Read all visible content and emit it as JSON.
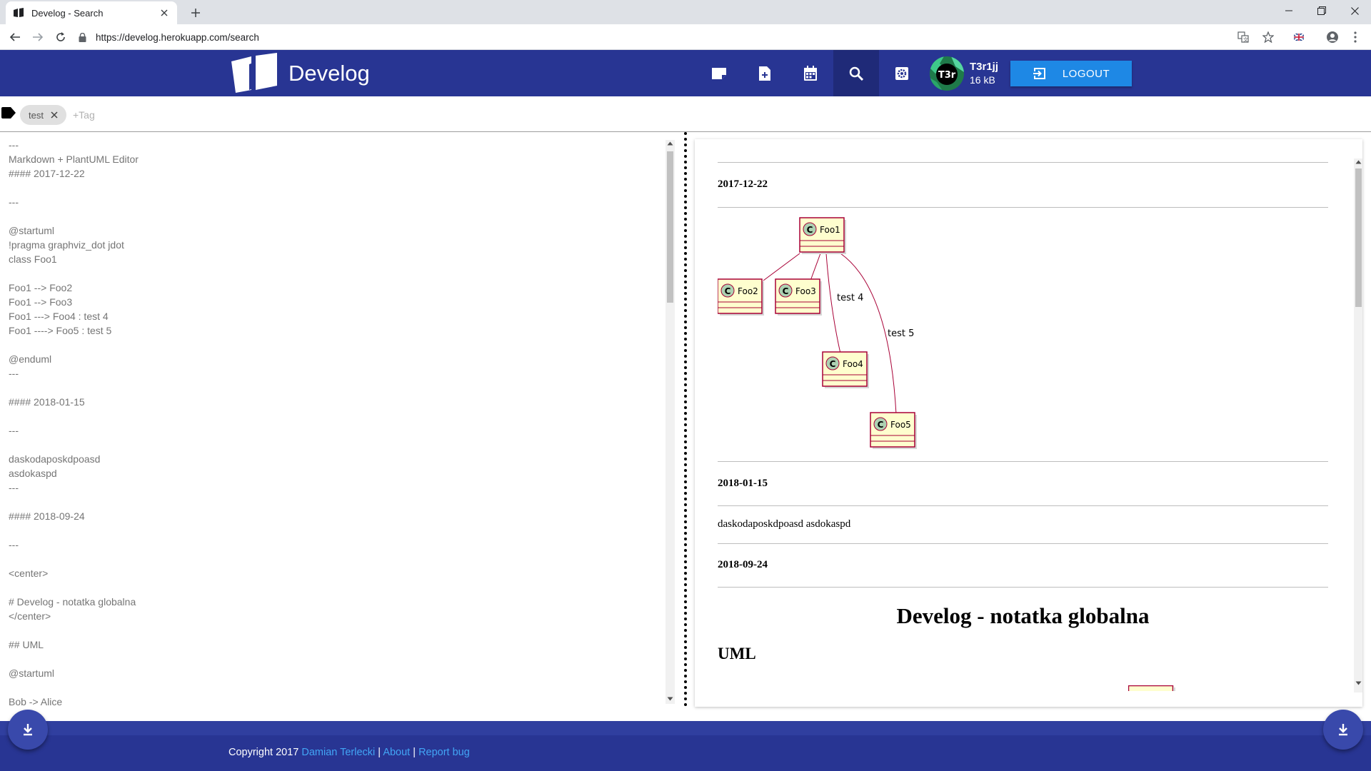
{
  "browser": {
    "tab_title": "Develog - Search",
    "url": "https://develog.herokuapp.com/search"
  },
  "header": {
    "brand": "Develog",
    "nav_icons": [
      "notes-icon",
      "new-note-icon",
      "calendar-icon",
      "search-icon",
      "settings-icon"
    ],
    "active_nav": "search-icon",
    "user": {
      "name": "T3r1jj",
      "storage": "16 kB",
      "avatar_text": "T3r"
    },
    "logout_label": "LOGOUT"
  },
  "tags": {
    "chips": [
      {
        "label": "test"
      }
    ],
    "placeholder": "+Tag"
  },
  "editor": {
    "lines": [
      "---",
      "Markdown + PlantUML Editor",
      "#### 2017-12-22",
      "",
      "---",
      "",
      "@startuml",
      "!pragma graphviz_dot jdot",
      "class Foo1",
      "",
      "Foo1 --> Foo2",
      "Foo1 --> Foo3",
      "Foo1 ---> Foo4 : test 4",
      "Foo1 ----> Foo5 : test 5",
      "",
      "@enduml",
      "---",
      "",
      "#### 2018-01-15",
      "",
      "---",
      "",
      "daskodaposkdpoasd",
      "asdokaspd",
      "---",
      "",
      "#### 2018-09-24",
      "",
      "---",
      "",
      "<center>",
      "",
      "# Develog - notatka globalna",
      "</center>",
      "",
      "## UML",
      "",
      "@startuml",
      "",
      "Bob -> Alice"
    ]
  },
  "preview": {
    "date1": "2017-12-22",
    "uml": {
      "classes": [
        "Foo1",
        "Foo2",
        "Foo3",
        "Foo4",
        "Foo5"
      ],
      "edge_labels": [
        "test 4",
        "test 5"
      ],
      "class_marker": "C",
      "colors": {
        "fill": "#fefece",
        "border": "#a80036",
        "marker": "#add1b2"
      }
    },
    "date2": "2018-01-15",
    "text2": "daskodaposkdpoasd asdokaspd",
    "date3": "2018-09-24",
    "h1": "Develog - notatka globalna",
    "h2": "UML"
  },
  "footer": {
    "copyright": "Copyright 2017",
    "author_link": "Damian Terlecki",
    "sep1": "|",
    "about_link": "About",
    "sep2": "|",
    "bug_link": "Report bug"
  },
  "colors": {
    "appbar": "#283593",
    "accent": "#1e88e5",
    "link": "#42a5f5",
    "fab": "#3949ab"
  }
}
